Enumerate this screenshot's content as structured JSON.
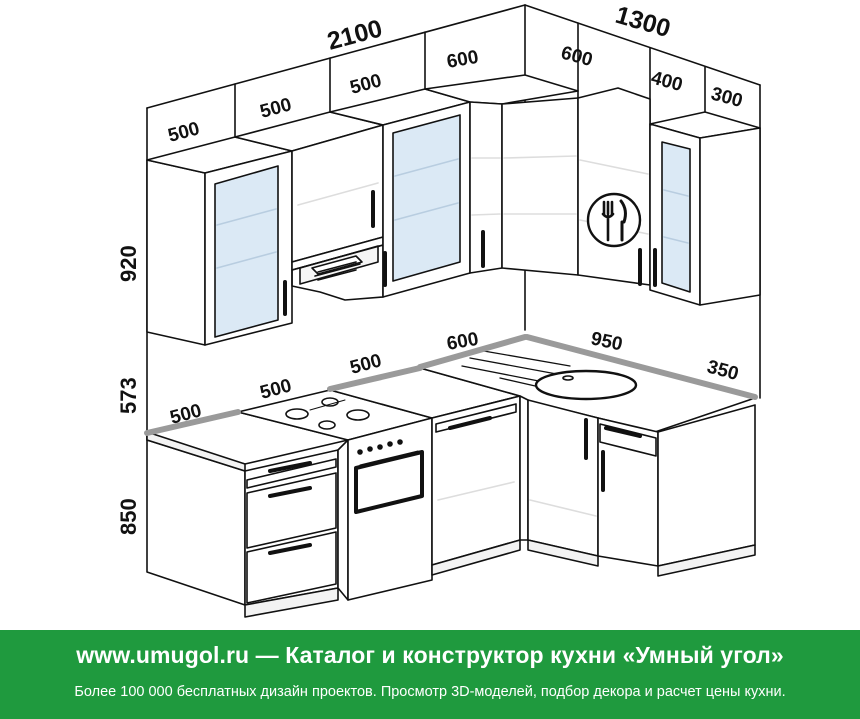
{
  "dimensions": {
    "total_width_main": "2100",
    "total_width_side": "1300",
    "upper_width_1": "500",
    "upper_width_2": "500",
    "upper_width_3": "500",
    "upper_width_4": "600",
    "upper_side_1": "600",
    "upper_side_2": "400",
    "upper_side_3": "300",
    "upper_height": "920",
    "gap_height": "573",
    "base_height": "850",
    "base_width_1": "500",
    "base_width_2": "500",
    "base_width_3": "500",
    "base_width_4": "600",
    "base_side_1": "950",
    "base_side_2": "350"
  },
  "footer": {
    "title": "www.umugol.ru  —  Каталог и конструктор кухни «Умный угол»",
    "subtitle": "Более 100 000 бесплатных дизайн проектов. Просмотр 3D-моделей, подбор декора и расчет цены кухни."
  },
  "colors": {
    "footer_bg": "#1f9a3e",
    "worktop_edge": "#9a9a9a",
    "glass": "#dbe9f5"
  }
}
